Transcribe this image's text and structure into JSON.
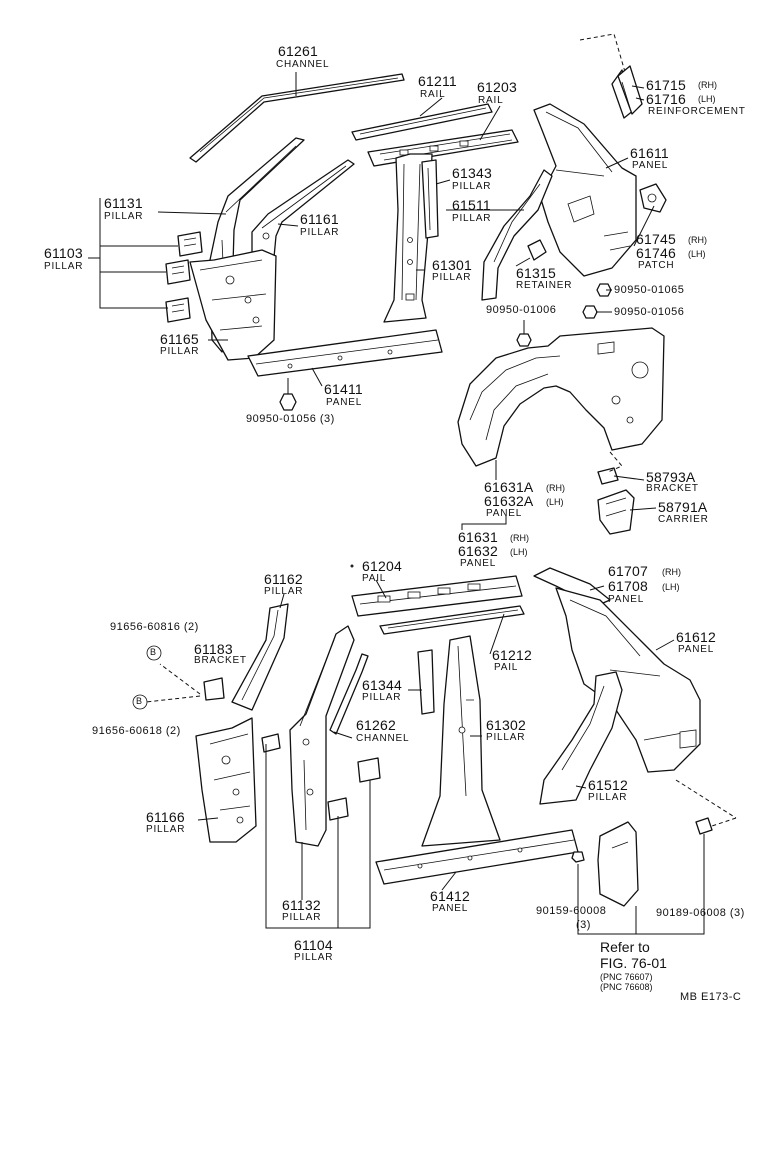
{
  "diagram": {
    "code": "MB  E173-C",
    "callouts": [
      {
        "id": "c61261",
        "number": "61261",
        "name": "CHANNEL"
      },
      {
        "id": "c61211",
        "number": "61211",
        "name": "RAIL"
      },
      {
        "id": "c61203",
        "number": "61203",
        "name": "RAIL"
      },
      {
        "id": "c61715",
        "number": "61715",
        "suffix": "(RH)"
      },
      {
        "id": "c61716",
        "number": "61716",
        "suffix": "(LH)",
        "name": "REINFORCEMENT"
      },
      {
        "id": "c61611",
        "number": "61611",
        "name": "PANEL"
      },
      {
        "id": "c61131",
        "number": "61131",
        "name": "PILLAR"
      },
      {
        "id": "c61161",
        "number": "61161",
        "name": "PILLAR"
      },
      {
        "id": "c61343",
        "number": "61343",
        "name": "PILLAR"
      },
      {
        "id": "c61511",
        "number": "61511",
        "name": "PILLAR"
      },
      {
        "id": "c61103",
        "number": "61103",
        "name": "PILLAR"
      },
      {
        "id": "c61745",
        "number": "61745",
        "suffix": "(RH)"
      },
      {
        "id": "c61746",
        "number": "61746",
        "suffix": "(LH)",
        "name": "PATCH"
      },
      {
        "id": "c61301",
        "number": "61301",
        "name": "PILLAR"
      },
      {
        "id": "c61315",
        "number": "61315",
        "name": "RETAINER"
      },
      {
        "id": "c90950a",
        "number": "90950-01065"
      },
      {
        "id": "c90950b",
        "number": "90950-01006"
      },
      {
        "id": "c90950c",
        "number": "90950-01056"
      },
      {
        "id": "c61165",
        "number": "61165",
        "name": "PILLAR"
      },
      {
        "id": "c61411",
        "number": "61411",
        "name": "PANEL"
      },
      {
        "id": "c90950d",
        "number": "90950-01056 (3)"
      },
      {
        "id": "c61631A",
        "number": "61631A",
        "suffix": "(RH)"
      },
      {
        "id": "c61632A",
        "number": "61632A",
        "suffix": "(LH)",
        "name": "PANEL"
      },
      {
        "id": "c58793A",
        "number": "58793A",
        "name": "BRACKET"
      },
      {
        "id": "c58791A",
        "number": "58791A",
        "name": "CARRIER"
      },
      {
        "id": "c61631",
        "number": "61631",
        "suffix": "(RH)"
      },
      {
        "id": "c61632",
        "number": "61632",
        "suffix": "(LH)",
        "name": "PANEL"
      },
      {
        "id": "c61204",
        "number": "61204",
        "name": "PAIL"
      },
      {
        "id": "c61162",
        "number": "61162",
        "name": "PILLAR"
      },
      {
        "id": "c61707",
        "number": "61707",
        "suffix": "(RH)"
      },
      {
        "id": "c61708",
        "number": "61708",
        "suffix": "(LH)",
        "name": "PANEL"
      },
      {
        "id": "c91656a",
        "number": "91656-60816 (2)"
      },
      {
        "id": "c61183",
        "number": "61183",
        "name": "BRACKET"
      },
      {
        "id": "c61612",
        "number": "61612",
        "name": "PANEL"
      },
      {
        "id": "c61212",
        "number": "61212",
        "name": "PAIL"
      },
      {
        "id": "c61344",
        "number": "61344",
        "name": "PILLAR"
      },
      {
        "id": "c91656b",
        "number": "91656-60618 (2)"
      },
      {
        "id": "c61262",
        "number": "61262",
        "name": "CHANNEL"
      },
      {
        "id": "c61302",
        "number": "61302",
        "name": "PILLAR"
      },
      {
        "id": "c61512",
        "number": "61512",
        "name": "PILLAR"
      },
      {
        "id": "c61166",
        "number": "61166",
        "name": "PILLAR"
      },
      {
        "id": "c61412",
        "number": "61412",
        "name": "PANEL"
      },
      {
        "id": "c90159",
        "number": "90159-60008",
        "qty": "(3)"
      },
      {
        "id": "c90189",
        "number": "90189-06008 (3)"
      },
      {
        "id": "c61132",
        "number": "61132",
        "name": "PILLAR"
      },
      {
        "id": "c61104",
        "number": "61104",
        "name": "PILLAR"
      }
    ],
    "bolt_marker": "B",
    "reference": {
      "lead": "Refer to",
      "figure": "FIG. 76-01",
      "pnc1": "(PNC 76607)",
      "pnc2": "(PNC 76608)"
    }
  }
}
